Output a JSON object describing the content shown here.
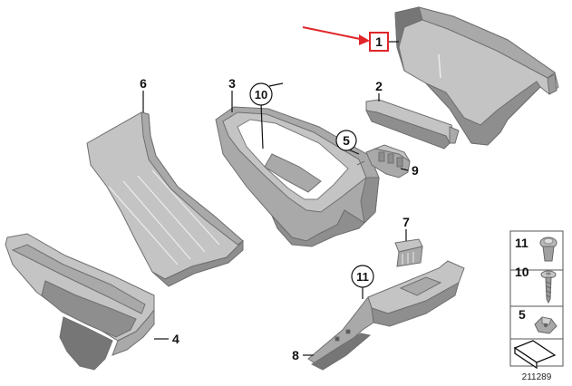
{
  "callouts": {
    "c1": "1",
    "c2": "2",
    "c3": "3",
    "c4": "4",
    "c5": "5",
    "c6": "6",
    "c7": "7",
    "c8": "8",
    "c9": "9",
    "c10": "10",
    "c11": "11"
  },
  "legend": {
    "item_11": "11",
    "item_10": "10",
    "item_5": "5"
  },
  "reference_number": "211289",
  "colors": {
    "highlight_arrow": "#e0262a",
    "part_fill": "#b5b5b5",
    "outline": "#6f6f6f"
  }
}
